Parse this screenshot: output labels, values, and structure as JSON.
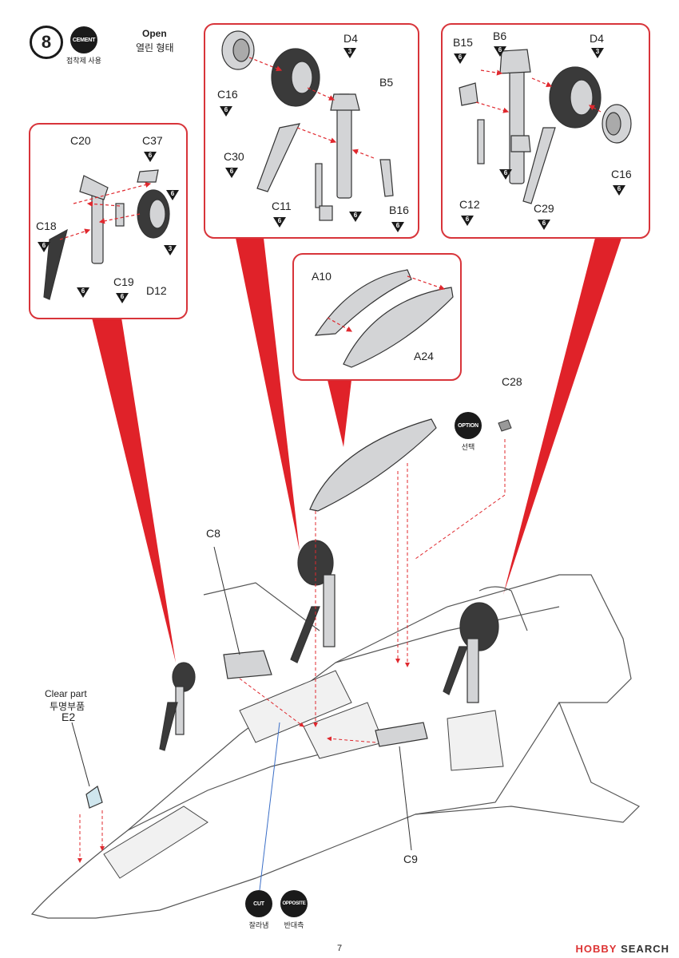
{
  "step": {
    "number": "8"
  },
  "cement": {
    "badge": "CEMENT",
    "caption": "접착제 사용"
  },
  "open_state": {
    "title": "Open",
    "subtitle": "열린 형태"
  },
  "option": {
    "badge": "OPTION",
    "caption": "선택"
  },
  "cut": {
    "badge": "CUT",
    "caption": "잘라냄"
  },
  "opposite": {
    "badge": "OPPOSITE",
    "caption": "반대측"
  },
  "clear_part": {
    "line1": "Clear part",
    "line2": "투명부품",
    "code": "E2"
  },
  "parts": {
    "c20": "C20",
    "c37": "C37",
    "c18": "C18",
    "c19": "C19",
    "d12": "D12",
    "c16a": "C16",
    "d4a": "D4",
    "b5": "B5",
    "c30": "C30",
    "c11": "C11",
    "b16": "B16",
    "b15": "B15",
    "b6": "B6",
    "d4b": "D4",
    "c12": "C12",
    "c29": "C29",
    "c16b": "C16",
    "a10": "A10",
    "a24": "A24",
    "c28": "C28",
    "c8": "C8",
    "c9": "C9"
  },
  "colors": {
    "callout_border": "#d8343a",
    "callout_pointer": "#e02229",
    "part_fill": "#d3d4d6",
    "arrow": "#e0282e"
  },
  "page_number": "7",
  "watermark": {
    "brand": "HOBBY",
    "suffix": "SEARCH"
  }
}
